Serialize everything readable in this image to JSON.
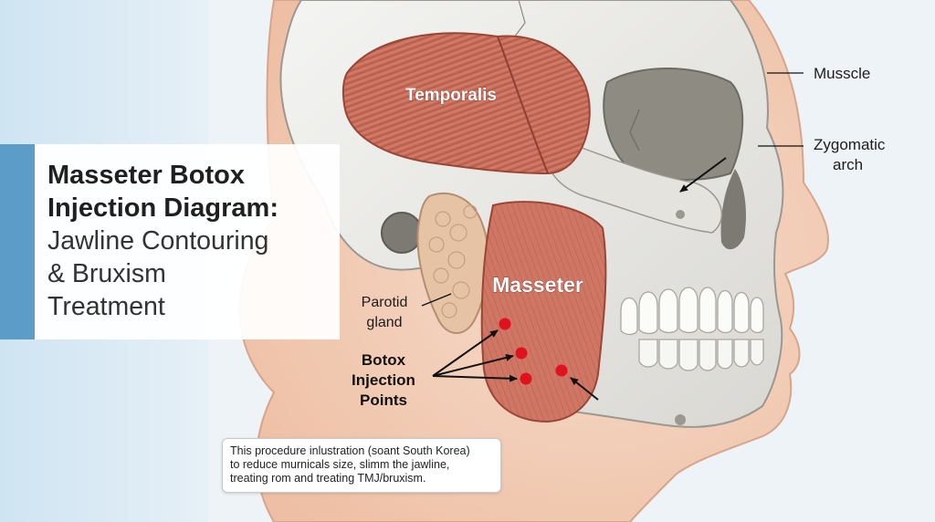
{
  "title": {
    "line1": "Masseter Botox",
    "line2": "Injection Diagram:",
    "subtitle_line1": "Jawline Contouring",
    "subtitle_line2": "& Bruxism",
    "subtitle_line3": "Treatment"
  },
  "labels": {
    "temporalis": "Temporalis",
    "masseter": "Masseter",
    "muscle": "Musscle",
    "zygomatic_line1": "Zygomatic",
    "zygomatic_line2": "arch",
    "parotid_line1": "Parotid",
    "parotid_line2": "gland",
    "botox_line1": "Botox",
    "botox_line2": "Injection",
    "botox_line3": "Points"
  },
  "caption": {
    "line1": "This procedure inlustration (soant South Korea)",
    "line2": "to reduce murnicals size, slimm the jawline,",
    "line3": "treating rom and treating TMJ/bruxism."
  },
  "injection_points_count": 4,
  "colors": {
    "background": "#eef3f7",
    "left_panel": "#cfe4f2",
    "skin": "#f3d2bd",
    "bone": "#ececea",
    "muscle": "#c8705f",
    "parotid": "#e6c3a5",
    "injection_point": "#e0121d",
    "accent": "#5b9cc9"
  }
}
